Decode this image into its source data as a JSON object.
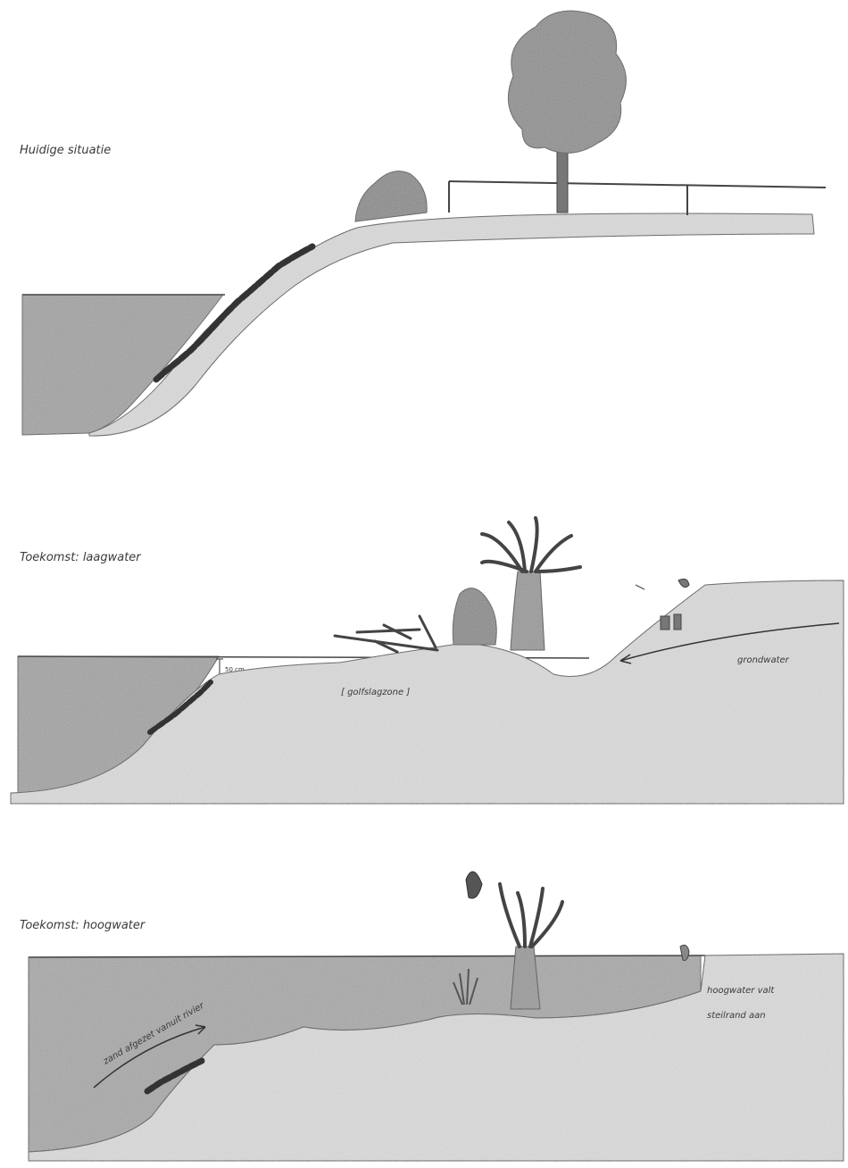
{
  "panels": [
    {
      "title": "Huidige situatie"
    },
    {
      "title": "Toekomst: laagwater",
      "depth_label": "50 cm",
      "zone_label": "[ golfslagzone ]",
      "groundwater_label": "grondwater"
    },
    {
      "title": "Toekomst: hoogwater",
      "sand_label": "zand afgezet vanuit rivier",
      "note_line1": "hoogwater valt",
      "note_line2": "steilrand aan"
    }
  ],
  "colors": {
    "water": "#9a9a9a",
    "ink": "#3a3a3a",
    "ground": "#d6d6d6",
    "foliage": "#8c8c8c"
  }
}
